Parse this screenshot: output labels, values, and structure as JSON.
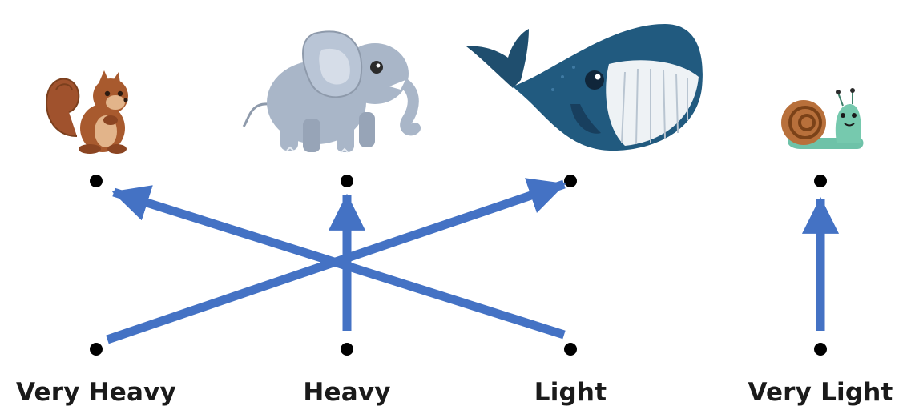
{
  "animals": [
    {
      "name": "squirrel-icon"
    },
    {
      "name": "elephant-icon"
    },
    {
      "name": "whale-icon"
    },
    {
      "name": "snail-icon"
    }
  ],
  "labels": [
    "Very Heavy",
    "Heavy",
    "Light",
    "Very Light"
  ],
  "arrow_color": "#4472c4",
  "connections": [
    {
      "from_label": "Very Heavy",
      "to_animal": "whale"
    },
    {
      "from_label": "Heavy",
      "to_animal": "elephant"
    },
    {
      "from_label": "Light",
      "to_animal": "squirrel"
    },
    {
      "from_label": "Very Light",
      "to_animal": "snail"
    }
  ]
}
